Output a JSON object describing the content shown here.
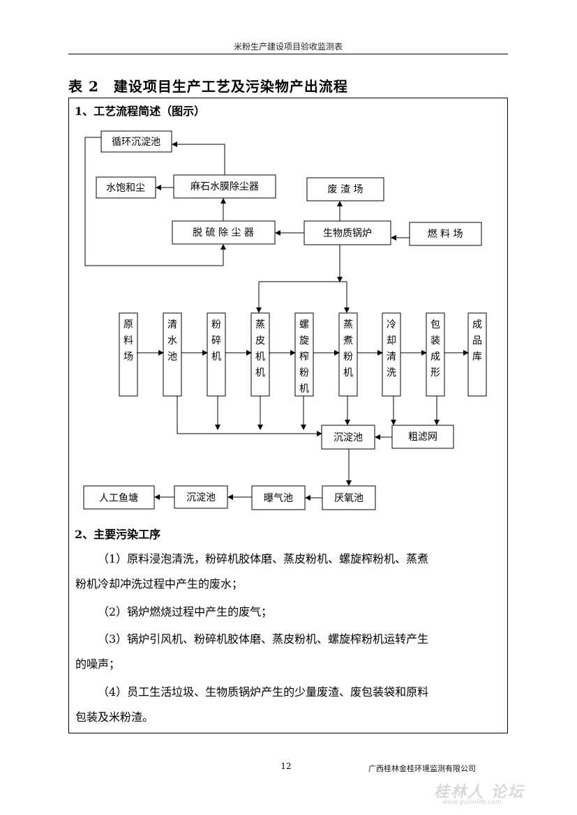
{
  "header": {
    "title": "米粉生产建设项目验收监测表"
  },
  "table_title": "表 2　建设项目生产工艺及污染物产出流程",
  "section1": {
    "title": "1、工艺流程简述（图示）"
  },
  "flow": {
    "xun_huan": "循环沉淀池",
    "shui_bao": "水饱和尘",
    "ma_shi": "麻石水膜除尘器",
    "tuo_liu": "脱 硫 除 尘 器",
    "fei_zha": "废 渣 场",
    "guo_lu": "生物质锅炉",
    "ran_liao": "燃 料 场",
    "steps": [
      {
        "lines": [
          "原",
          "料",
          "场"
        ]
      },
      {
        "lines": [
          "清",
          "水",
          "池"
        ]
      },
      {
        "lines": [
          "粉",
          "碎",
          "机"
        ]
      },
      {
        "lines": [
          "蒸",
          "皮",
          "机",
          "机"
        ]
      },
      {
        "lines": [
          "螺",
          "旋",
          "榨",
          "粉",
          "机"
        ]
      },
      {
        "lines": [
          "蒸",
          "煮",
          "粉",
          "机"
        ]
      },
      {
        "lines": [
          "冷",
          "却",
          "清",
          "洗"
        ]
      },
      {
        "lines": [
          "包",
          "装",
          "成",
          "形"
        ]
      },
      {
        "lines": [
          "成",
          "品",
          "库"
        ]
      }
    ],
    "chen_dian_1": "沉淀池",
    "cu_lv": "粗滤网",
    "yan_yang": "厌氧池",
    "pu_qi": "曝气池",
    "chen_dian_2": "沉淀池",
    "yu_tang": "人工鱼塘"
  },
  "section2": {
    "title": "2、主要污染工序",
    "items": [
      {
        "line1": "（1）原料浸泡清洗，粉碎机胶体磨、蒸皮粉机、螺旋榨粉机、蒸煮",
        "line2": "粉机冷却冲洗过程中产生的废水；"
      },
      {
        "line1": "（2）锅炉燃烧过程中产生的废气；",
        "line2": ""
      },
      {
        "line1": "（3）锅炉引风机、粉碎机胶体磨、蒸皮粉机、螺旋榨粉机运转产生",
        "line2": "的噪声；"
      },
      {
        "line1": "（4）员工生活垃圾、生物质锅炉产生的少量废渣、废包装袋和原料",
        "line2": "包装及米粉渣。"
      }
    ]
  },
  "footer": {
    "page_number": "12",
    "company": "广西桂林金桂环境监测有限公司",
    "watermark": "桂林人 论坛",
    "watermark_url": "www.guilinlife.com"
  }
}
